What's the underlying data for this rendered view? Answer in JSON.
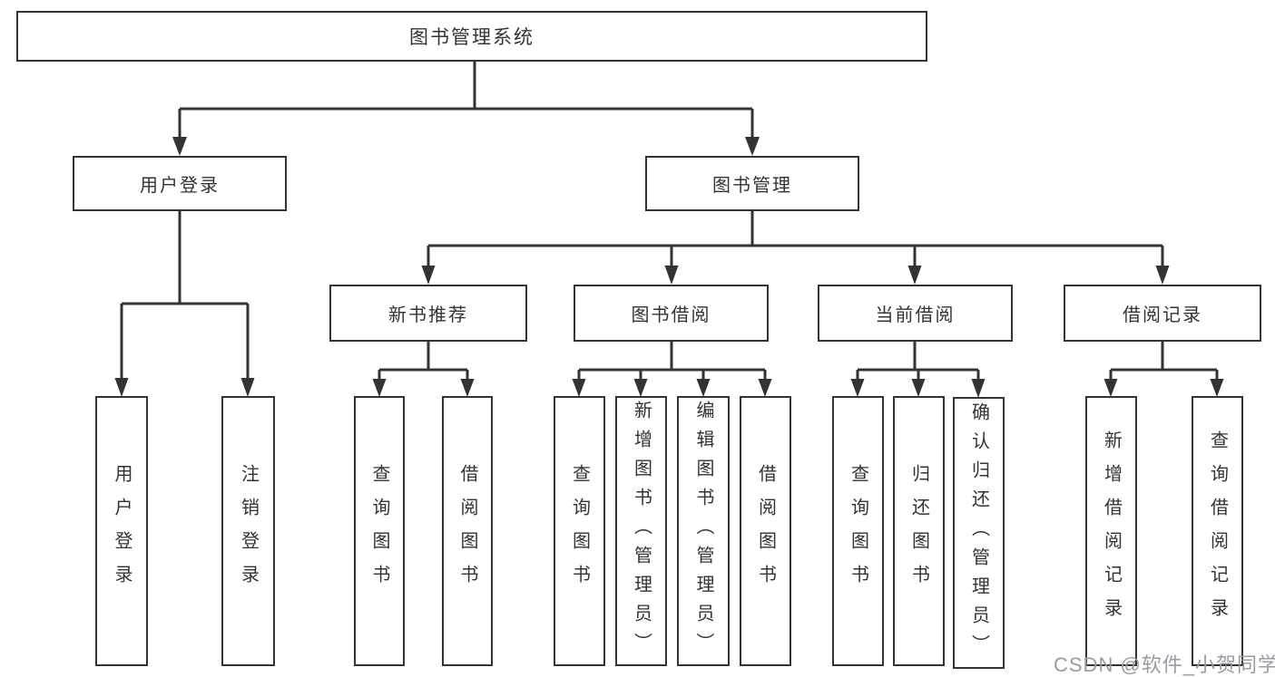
{
  "colors": {
    "line": "#333333",
    "text": "#333333",
    "background": "#ffffff"
  },
  "watermark": {
    "text": "CSDN @软件_小贺同学",
    "color": "#9b9ba3"
  },
  "diagram": {
    "root": {
      "label": "图书管理系统"
    },
    "branches": {
      "user_login": {
        "label": "用户登录",
        "children": [
          {
            "label": "用户登录"
          },
          {
            "label": "注销登录"
          }
        ]
      },
      "book_management": {
        "label": "图书管理",
        "sections": {
          "new_book_recommend": {
            "label": "新书推荐",
            "children": [
              {
                "label": "查询图书"
              },
              {
                "label": "借阅图书"
              }
            ]
          },
          "book_borrow": {
            "label": "图书借阅",
            "children": [
              {
                "label": "查询图书"
              },
              {
                "label": "新增图书（管理员）"
              },
              {
                "label": "编辑图书（管理员）"
              },
              {
                "label": "借阅图书"
              }
            ]
          },
          "current_borrow": {
            "label": "当前借阅",
            "children": [
              {
                "label": "查询图书"
              },
              {
                "label": "归还图书"
              },
              {
                "label": "确认归还（管理员）"
              }
            ]
          },
          "borrow_records": {
            "label": "借阅记录",
            "children": [
              {
                "label": "新增借阅记录"
              },
              {
                "label": "查询借阅记录"
              }
            ]
          }
        }
      }
    }
  }
}
